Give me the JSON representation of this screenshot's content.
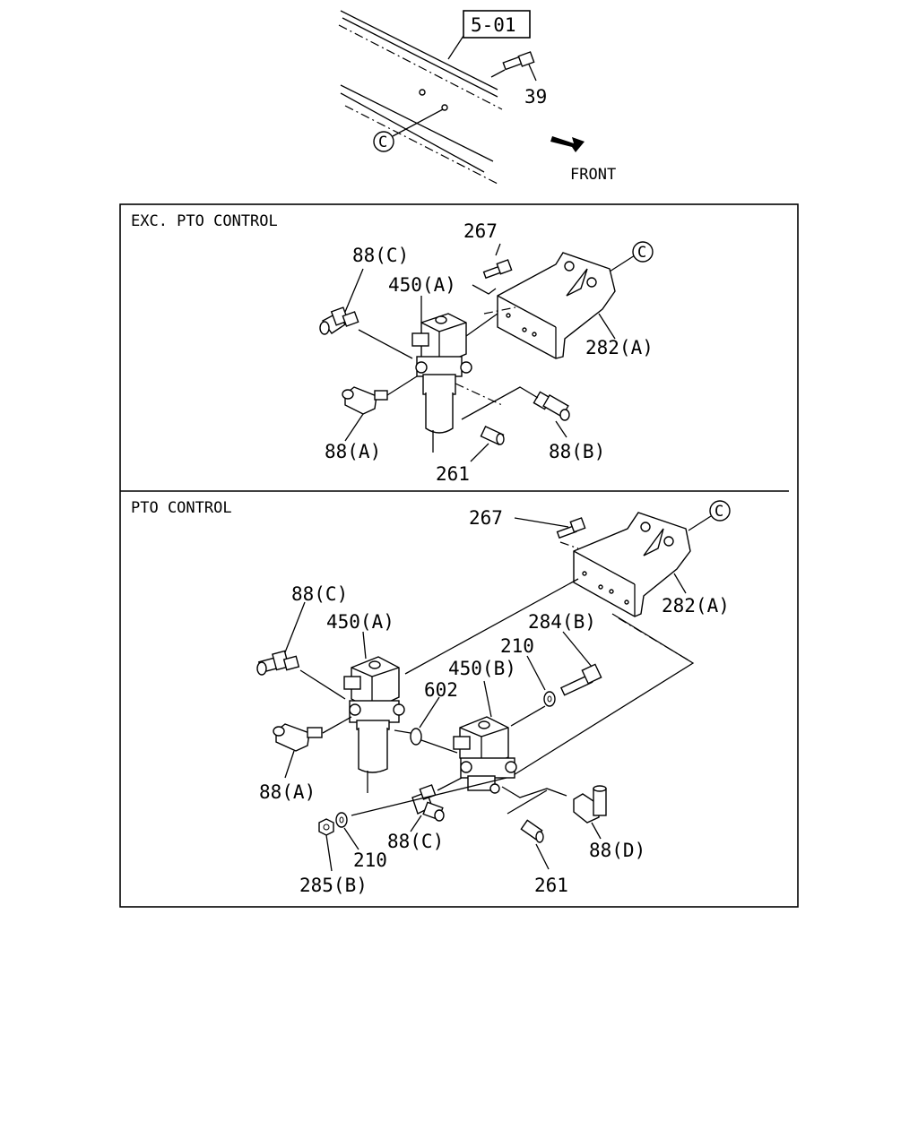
{
  "ref_box": "5-01",
  "front_label": "FRONT",
  "circle_ref": "C",
  "top_labels": {
    "bolt": "39"
  },
  "section_exc": {
    "title": "EXC. PTO CONTROL",
    "labels": {
      "l267": "267",
      "l88c": "88(C)",
      "l450a": "450(A)",
      "l282a": "282(A)",
      "l88a": "88(A)",
      "l88b": "88(B)",
      "l261": "261"
    }
  },
  "section_pto": {
    "title": "PTO CONTROL",
    "labels": {
      "l267": "267",
      "l282a": "282(A)",
      "l88c_top": "88(C)",
      "l450a": "450(A)",
      "l284b": "284(B)",
      "l210_top": "210",
      "l450b": "450(B)",
      "l602": "602",
      "l88a": "88(A)",
      "l88c_bot": "88(C)",
      "l88d": "88(D)",
      "l210_bot": "210",
      "l285b": "285(B)",
      "l261": "261"
    }
  }
}
